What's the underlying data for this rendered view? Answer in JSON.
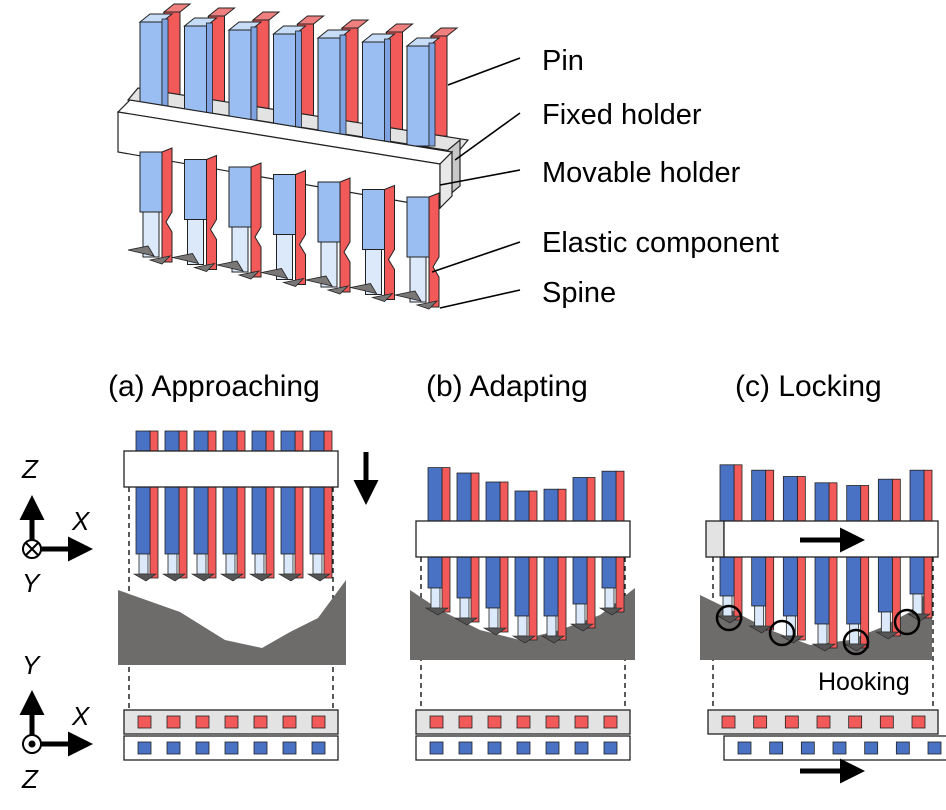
{
  "labels": {
    "pin": "Pin",
    "fixed_holder": "Fixed holder",
    "movable_holder": "Movable holder",
    "elastic_component": "Elastic component",
    "spine": "Spine"
  },
  "panels": {
    "a": {
      "title": "(a) Approaching"
    },
    "b": {
      "title": "(b) Adapting"
    },
    "c": {
      "title": "(c) Locking",
      "hooking": "Hooking"
    }
  },
  "axes": {
    "side": {
      "up": "Z",
      "right": "X",
      "depth": "Y"
    },
    "top": {
      "up": "Y",
      "right": "X",
      "depth": "Z"
    }
  },
  "pin_count": 7,
  "pin_lengths": {
    "a": [
      1,
      1,
      1,
      1,
      1,
      1,
      1
    ],
    "b": [
      0.86,
      0.8,
      0.7,
      0.6,
      0.62,
      0.75,
      0.82
    ],
    "c": [
      0.88,
      0.82,
      0.75,
      0.68,
      0.65,
      0.72,
      0.82
    ]
  },
  "colors": {
    "pin_blue": "#4a72c4",
    "pin_blue_light": "#9bbef2",
    "pin_red": "#f25a5a",
    "pin_red_light": "#f3b1b1",
    "holder_fill": "#ffffff",
    "holder_gray": "#e3e3e3",
    "terrain": "#6e6b6b",
    "elastic": "#dbe9fa"
  },
  "icons": [
    "arrow-down-icon",
    "arrow-right-icon",
    "cross-in-circle-icon",
    "dot-in-circle-icon"
  ]
}
